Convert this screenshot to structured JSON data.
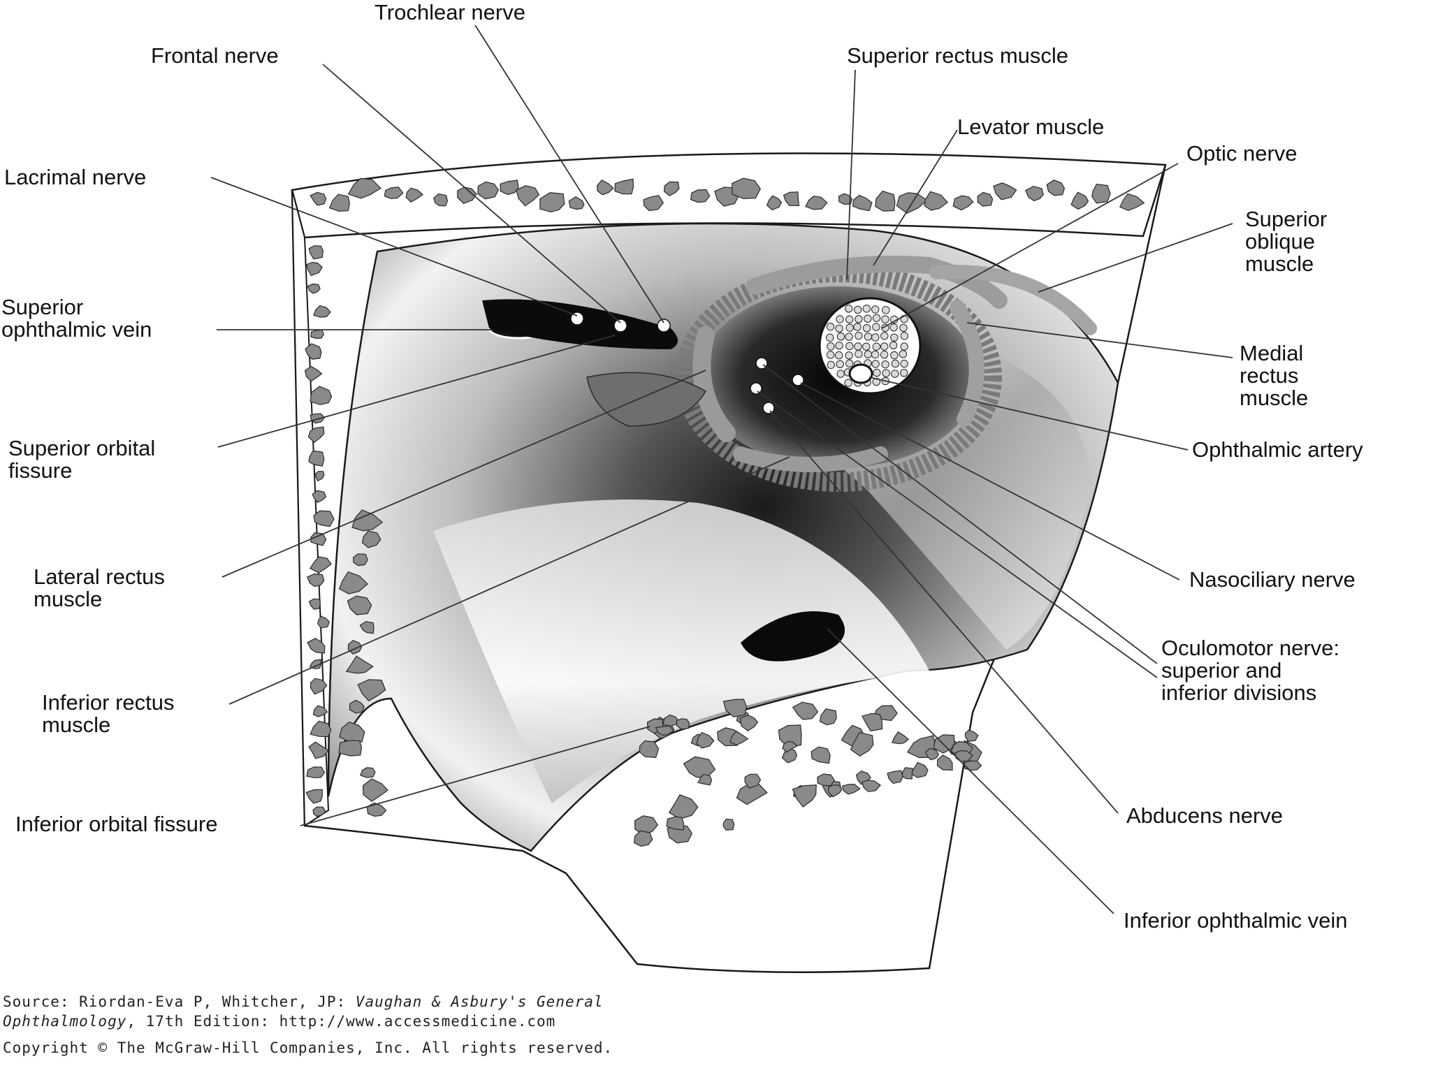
{
  "labels": {
    "trochlear_nerve": "Trochlear nerve",
    "frontal_nerve": "Frontal nerve",
    "superior_rectus_muscle": "Superior rectus muscle",
    "levator_muscle": "Levator muscle",
    "optic_nerve": "Optic nerve",
    "lacrimal_nerve": "Lacrimal nerve",
    "superior_oblique_muscle": "Superior\noblique\nmuscle",
    "superior_ophthalmic_vein": "Superior\nophthalmic vein",
    "medial_rectus_muscle": "Medial\nrectus\nmuscle",
    "superior_orbital_fissure": "Superior orbital\nfissure",
    "ophthalmic_artery": "Ophthalmic artery",
    "lateral_rectus_muscle": "Lateral rectus\nmuscle",
    "nasociliary_nerve": "Nasociliary nerve",
    "oculomotor_nerve": "Oculomotor nerve:\nsuperior and\ninferior divisions",
    "inferior_rectus_muscle": "Inferior rectus\nmuscle",
    "inferior_orbital_fissure": "Inferior orbital fissure",
    "abducens_nerve": "Abducens nerve",
    "inferior_ophthalmic_vein": "Inferior ophthalmic vein"
  },
  "source": {
    "prefix": "Source: Riordan-Eva P, Whitcher, JP: ",
    "title_line1": "Vaughan & Asbury's General",
    "title_line2": "Ophthalmology",
    "suffix": ", 17th Edition: http://www.accessmedicine.com",
    "copyright": "Copyright © The McGraw-Hill Companies, Inc. All rights reserved."
  },
  "colors": {
    "bone_spot": "#8a8a8a",
    "outline": "#1a1a1a",
    "leader_line": "#333333"
  }
}
